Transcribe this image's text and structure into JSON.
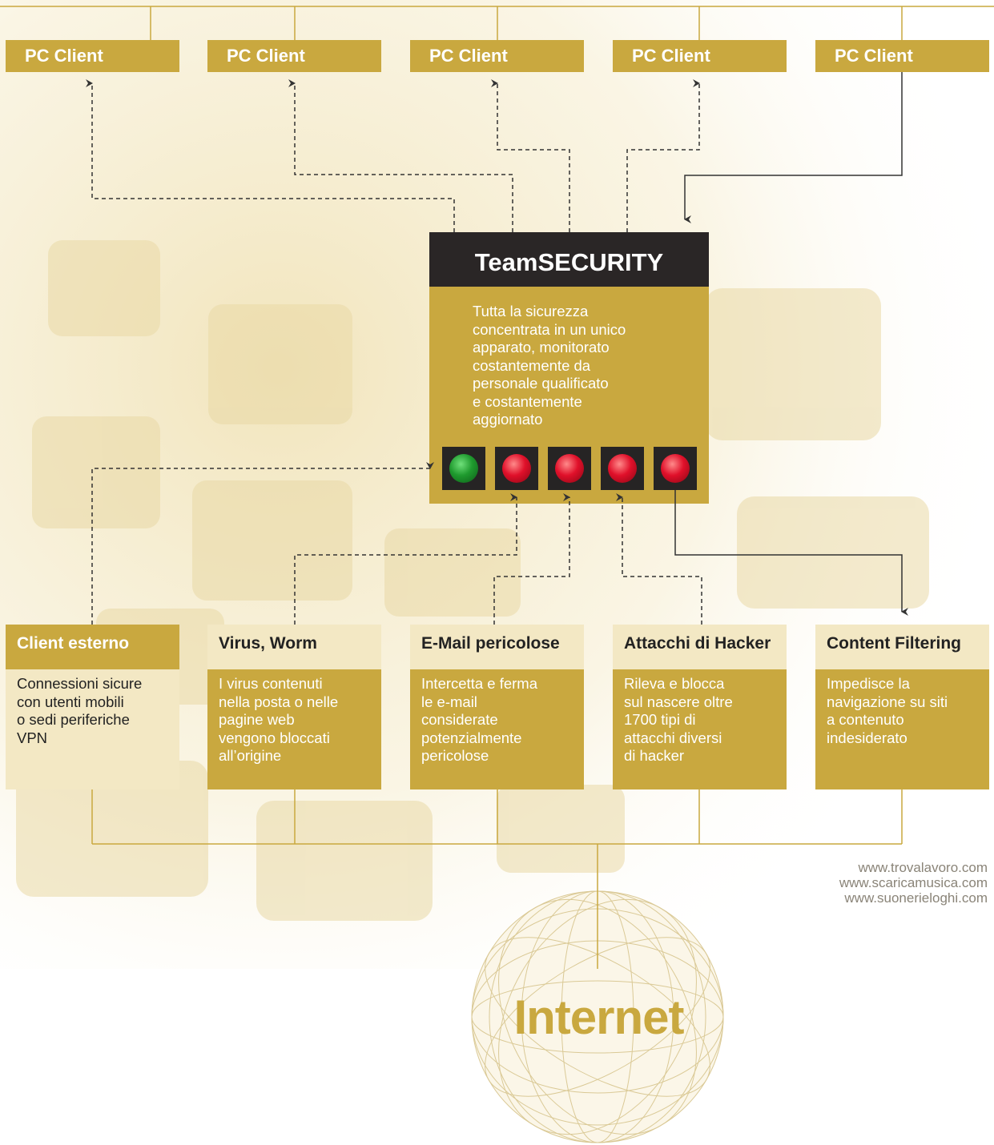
{
  "colors": {
    "gold": "#c9a83f",
    "cream": "#f3e8c4",
    "dark": "#2a2626",
    "line": "#c9a83f",
    "arrow": "#333333"
  },
  "pc_clients": [
    {
      "label": "PC Client"
    },
    {
      "label": "PC Client"
    },
    {
      "label": "PC Client"
    },
    {
      "label": "PC Client"
    },
    {
      "label": "PC Client"
    }
  ],
  "team": {
    "title": "TeamSECURITY",
    "description": "Tutta la sicurezza\nconcentrata in un unico\napparato, monitorato\ncostantemente da\npersonale qualificato\ne costantemente\naggiornato",
    "leds": [
      {
        "color": "green"
      },
      {
        "color": "red"
      },
      {
        "color": "red"
      },
      {
        "color": "red"
      },
      {
        "color": "red"
      }
    ]
  },
  "services": [
    {
      "title": "Client esterno",
      "description": "Connessioni sicure\ncon utenti mobili\no sedi periferiche\nVPN"
    },
    {
      "title": "Virus, Worm",
      "description": "I virus contenuti\nnella posta o nelle\npagine web\nvengono bloccati\nall’origine"
    },
    {
      "title": "E-Mail pericolose",
      "description": "Intercetta e ferma\nle e-mail\nconsiderate\npotenzialmente\npericolose"
    },
    {
      "title": "Attacchi di Hacker",
      "description": "Rileva e blocca\nsul nascere oltre\n1700 tipi di\nattacchi diversi\ndi hacker"
    },
    {
      "title": "Content Filtering",
      "description": "Impedisce la\nnavigazione su siti\na contenuto\nindesiderato"
    }
  ],
  "urls": [
    "www.trovalavoro.com",
    "www.scaricamusica.com",
    "www.suonerieloghi.com"
  ],
  "internet": {
    "label": "Internet"
  }
}
